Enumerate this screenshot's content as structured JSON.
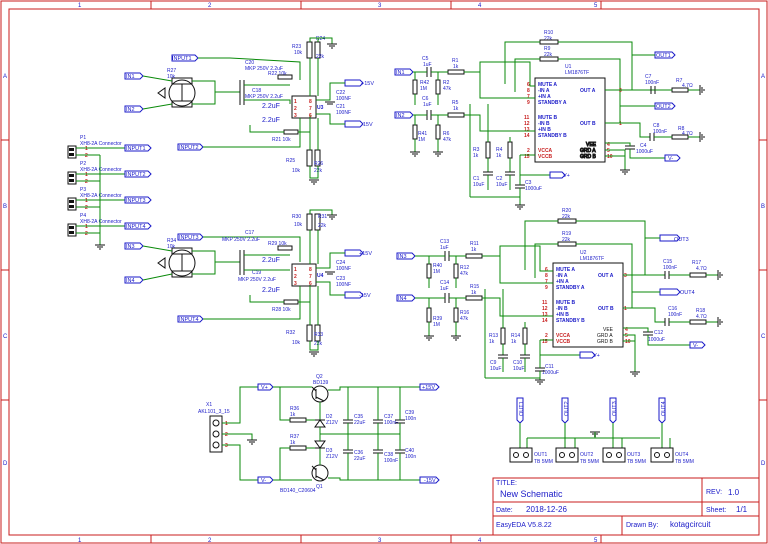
{
  "border": {
    "columns": [
      "1",
      "2",
      "3",
      "4",
      "5"
    ],
    "rows": [
      "A",
      "B",
      "C",
      "D"
    ]
  },
  "net_labels": {
    "input1": "INPUT1",
    "input2": "INPUT2",
    "input3": "INPUT3",
    "input4": "INPUT4",
    "in1": "IN1",
    "in2": "IN2",
    "in3": "IN3",
    "in4": "IN4",
    "out1": "OUT1",
    "out2": "OUT2",
    "out3": "OUT3",
    "out4": "OUT4",
    "v_plus": "V+",
    "v_minus": "V-",
    "p15v": "+15V",
    "m15v": "-15V"
  },
  "connectors": [
    {
      "ref": "P1",
      "name": "XH8-2A Connector",
      "net": "INPUT1"
    },
    {
      "ref": "P2",
      "name": "XH8-2A Connector",
      "net": "INPUT2"
    },
    {
      "ref": "P3",
      "name": "XH8-2A Connector",
      "net": "INPUT3"
    },
    {
      "ref": "P4",
      "name": "XH8-2A Connector",
      "net": "INPUT4"
    }
  ],
  "top_pre": {
    "R23": "R23",
    "R23v": "10k",
    "R24": "R24",
    "R24v": "22k",
    "R27": "R27",
    "R27v": "10k",
    "C20": "C20",
    "C20v": "MKP 250V 2.2uF",
    "R22": "R22 10k",
    "C18": "C18",
    "C18v": "MKP 250V 2.2uF",
    "cap1": "2.2uF",
    "cap2": "2.2uF",
    "R21": "R21 10k",
    "C22": "C22",
    "C22v": "100NF",
    "C21": "C21",
    "C21v": "100NF",
    "R25": "R25",
    "R25v": "10k",
    "R26": "R26",
    "R26v": "22k",
    "U3": "U3"
  },
  "bot_pre": {
    "R30": "R30",
    "R30v": "10k",
    "R31": "R31",
    "R31v": "22k",
    "R34": "R34",
    "R34v": "10k",
    "C17": "C17",
    "C17v": "MKP 250V 2.2uF",
    "R29": "R29 10k",
    "C19": "C19",
    "C19v": "MKP 250V 2.2uF",
    "cap1": "2.2uF",
    "cap2": "2.2uF",
    "R28": "R28 10k",
    "C24": "C24",
    "C24v": "100NF",
    "C23": "C23",
    "C23v": "100NF",
    "R32": "R32",
    "R32v": "10k",
    "R33": "R33",
    "R33v": "22k",
    "U4": "U4"
  },
  "amp1": {
    "chip": "U1",
    "part": "LM1876TF",
    "pins_left": [
      {
        "n": "6",
        "t": "MUTE A"
      },
      {
        "n": "8",
        "t": "-IN A"
      },
      {
        "n": "7",
        "t": "+IN A"
      },
      {
        "n": "9",
        "t": "STANDBY A"
      },
      {
        "n": "11",
        "t": "MUTE B"
      },
      {
        "n": "12",
        "t": "-IN B"
      },
      {
        "n": "13",
        "t": "+IN B"
      },
      {
        "n": "14",
        "t": "STANDBY B"
      },
      {
        "n": "2",
        "t": "VCCA"
      },
      {
        "n": "15",
        "t": "VCCB"
      }
    ],
    "pins_right": [
      {
        "n": "3",
        "t": "OUT A"
      },
      {
        "n": "1",
        "t": "OUT B"
      },
      {
        "n": "4",
        "t": "VEE"
      },
      {
        "n": "5",
        "t": "GRD A"
      },
      {
        "n": "10",
        "t": "GRD B"
      }
    ],
    "parts": {
      "R10": "R10",
      "R10v": "22k",
      "R9": "R9",
      "R9v": "22k",
      "C5": "C5",
      "C5v": "1uF",
      "R1": "R1",
      "R1v": "1k",
      "R42": "R42",
      "R42v": "1M",
      "R2": "R2",
      "R2v": "47k",
      "C6": "C6",
      "C6v": "1uF",
      "R5": "R5",
      "R5v": "1k",
      "R41": "R41",
      "R41v": "1M",
      "R6": "R6",
      "R6v": "47k",
      "R3": "R3",
      "R3v": "1k",
      "R4": "R4",
      "R4v": "1k",
      "C1": "C1",
      "C1v": "10uF",
      "C2": "C2",
      "C2v": "10uF",
      "C3": "C3",
      "C3v": "1000uF",
      "C7": "C7",
      "C7v": "100nF",
      "R7": "R7",
      "R7v": "4.7Ω",
      "C8": "C8",
      "C8v": "100nF",
      "R8": "R8",
      "R8v": "4.7Ω",
      "C4": "C4",
      "C4v": "1000uF"
    }
  },
  "amp2": {
    "chip": "U2",
    "part": "LM1876TF",
    "pins_left": [
      {
        "n": "6",
        "t": "MUTE A"
      },
      {
        "n": "8",
        "t": "-IN A"
      },
      {
        "n": "7",
        "t": "+IN A"
      },
      {
        "n": "9",
        "t": "STANDBY A"
      },
      {
        "n": "11",
        "t": "MUTE B"
      },
      {
        "n": "12",
        "t": "-IN B"
      },
      {
        "n": "13",
        "t": "+IN B"
      },
      {
        "n": "14",
        "t": "STANDBY B"
      },
      {
        "n": "2",
        "t": "VCCA"
      },
      {
        "n": "15",
        "t": "VCCB"
      }
    ],
    "pins_right": [
      {
        "n": "3",
        "t": "OUT A"
      },
      {
        "n": "1",
        "t": "OUT B"
      },
      {
        "n": "4",
        "t": "VEE"
      },
      {
        "n": "5",
        "t": "GRD A"
      },
      {
        "n": "10",
        "t": "GRD B"
      }
    ],
    "parts": {
      "R20": "R20",
      "R20v": "22k",
      "R19": "R19",
      "R19v": "22k",
      "C13": "C13",
      "C13v": "1uF",
      "R11": "R11",
      "R11v": "1k",
      "R40": "R40",
      "R40v": "1M",
      "R12": "R12",
      "R12v": "47k",
      "C14": "C14",
      "C14v": "1uF",
      "R15": "R15",
      "R15v": "1k",
      "R39": "R39",
      "R39v": "1M",
      "R16": "R16",
      "R16v": "47k",
      "R13": "R13",
      "R13v": "1k",
      "R14": "R14",
      "R14v": "1k",
      "C9": "C9",
      "C9v": "10uF",
      "C10": "C10",
      "C10v": "10uF",
      "C11": "C11",
      "C11v": "1000uF",
      "C15": "C15",
      "C15v": "100nF",
      "R17": "R17",
      "R17v": "4.7Ω",
      "C16": "C16",
      "C16v": "100nF",
      "R18": "R18",
      "R18v": "4.7Ω",
      "C12": "C12",
      "C12v": "1000uF"
    }
  },
  "psu": {
    "X1": "X1",
    "X1v": "AKL101_3_15",
    "Q2": "Q2",
    "Q2v": "BD139",
    "Q1": "Q1",
    "Q1v": "BD140_C20604",
    "R36": "R36",
    "R36v": "1k",
    "R37": "R37",
    "R37v": "1k",
    "D2": "D2",
    "D2v": "Z12V",
    "D3": "D3",
    "D3v": "Z12V",
    "C35": "C35",
    "C35v": "22uF",
    "C36": "C36",
    "C36v": "22uF",
    "C37": "C37",
    "C37v": "100nF",
    "C38": "C38",
    "C38v": "100nF",
    "C39": "C39",
    "C39v": "100n",
    "C40": "C40",
    "C40v": "100n"
  },
  "outputs": [
    {
      "ref": "OUT1",
      "name": "TB 5MM",
      "net": "OUT1"
    },
    {
      "ref": "OUT2",
      "name": "TB 5MM",
      "net": "OUT2"
    },
    {
      "ref": "OUT3",
      "name": "TB 5MM",
      "net": "OUT3"
    },
    {
      "ref": "OUT4",
      "name": "TB 5MM",
      "net": "OUT4"
    }
  ],
  "title_block": {
    "title_label": "TITLE:",
    "title": "New Schematic",
    "rev_label": "REV:",
    "rev": "1.0",
    "date_label": "Date:",
    "date": "2018-12-26",
    "sheet_label": "Sheet:",
    "sheet": "1/1",
    "tool": "EasyEDA V5.8.22",
    "drawn_label": "Drawn By:",
    "drawn": "kotagcircuit"
  }
}
